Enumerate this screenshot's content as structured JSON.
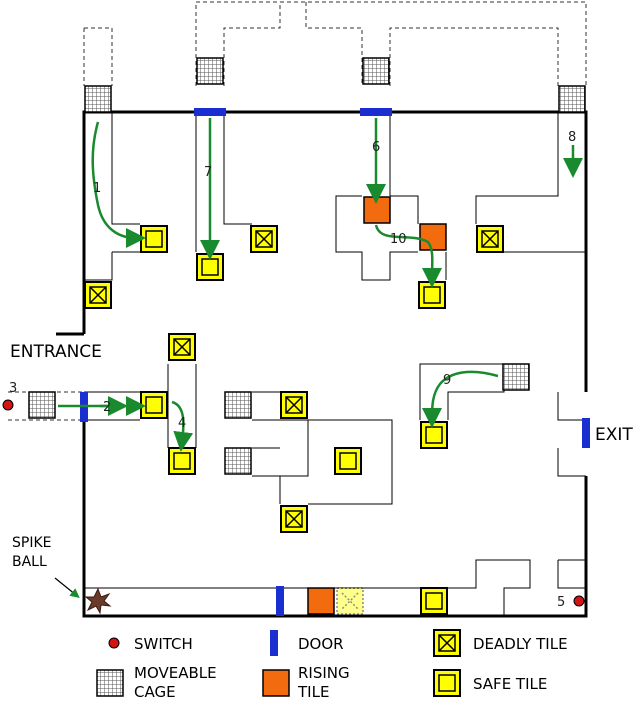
{
  "labels": {
    "entrance": "ENTRANCE",
    "exit": "EXIT",
    "spike_ball_1": "SPIKE",
    "spike_ball_2": "BALL"
  },
  "path_numbers": [
    "1",
    "2",
    "3",
    "4",
    "5",
    "6",
    "7",
    "8",
    "9",
    "10"
  ],
  "legend": {
    "switch": "SWITCH",
    "door": "DOOR",
    "deadly_tile": "DEADLY TILE",
    "moveable_cage_1": "MOVEABLE",
    "moveable_cage_2": "CAGE",
    "rising_tile_1": "RISING",
    "rising_tile_2": "TILE",
    "safe_tile": "SAFE TILE"
  },
  "colors": {
    "door": "#1a2fd0",
    "rising_tile": "#f26b0f",
    "safe_tile": "#ffff00",
    "deadly_tile": "#ffff00",
    "switch": "#d21414",
    "arrow": "#1a8a2e",
    "spike_ball": "#6b3a2a"
  },
  "icons": [
    "switch-icon",
    "door-icon",
    "deadly-tile-icon",
    "moveable-cage-icon",
    "rising-tile-icon",
    "safe-tile-icon",
    "spike-ball-icon",
    "arrow-icon"
  ]
}
